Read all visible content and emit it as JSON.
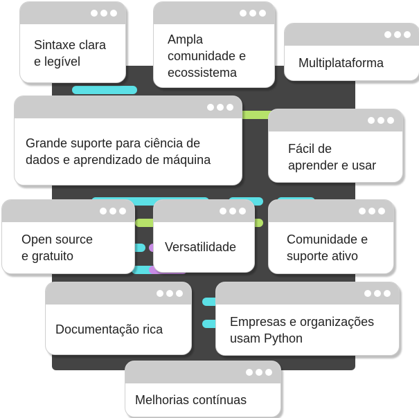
{
  "colors": {
    "editor_bg": "#444444",
    "title_bar": "#cccccc",
    "dot": "#ffffff",
    "code_cyan": "#5ce0e6",
    "code_green": "#b6e26a",
    "code_purple": "#c98ce6",
    "text": "#222222"
  },
  "icons": {
    "window_dots": "three-dots-icon"
  },
  "features": [
    {
      "id": "sintaxe",
      "text": "Sintaxe clara\ne legível"
    },
    {
      "id": "comunidade-ecossistema",
      "text": "Ampla\ncomunidade e\necossistema"
    },
    {
      "id": "multiplataforma",
      "text": "Multiplataforma"
    },
    {
      "id": "ciencia-dados",
      "text": "Grande suporte para ciência de\ndados e aprendizado de máquina"
    },
    {
      "id": "facil",
      "text": "Fácil de\naprender e usar"
    },
    {
      "id": "open-source",
      "text": "Open source\ne gratuito"
    },
    {
      "id": "versatilidade",
      "text": "Versatilidade"
    },
    {
      "id": "comunidade-suporte",
      "text": "Comunidade e\nsuporte ativo"
    },
    {
      "id": "documentacao",
      "text": "Documentação rica"
    },
    {
      "id": "empresas",
      "text": "Empresas e organizações\nusam Python"
    },
    {
      "id": "melhorias",
      "text": "Melhorias contínuas"
    }
  ]
}
